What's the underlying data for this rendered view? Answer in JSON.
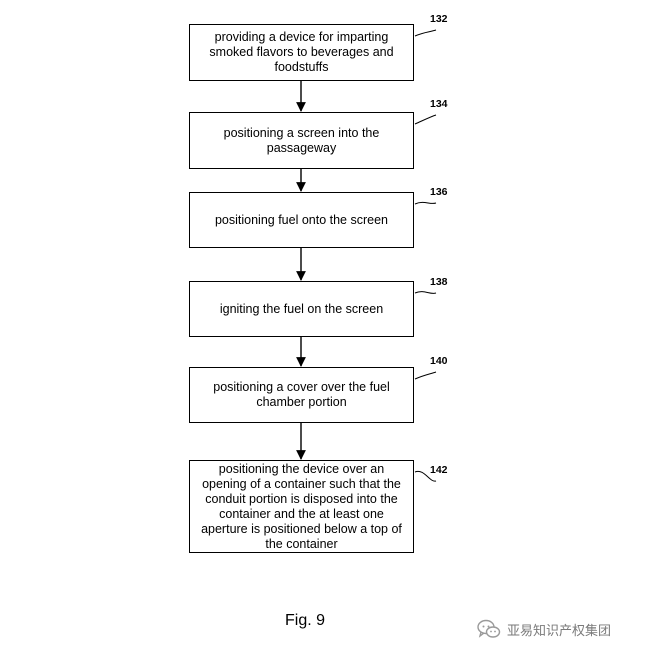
{
  "figure": {
    "caption": "Fig. 9",
    "steps": [
      {
        "ref": "132",
        "text": "providing a device for imparting smoked flavors to beverages and foodstuffs"
      },
      {
        "ref": "134",
        "text": "positioning a screen into the passageway"
      },
      {
        "ref": "136",
        "text": "positioning fuel onto the screen"
      },
      {
        "ref": "138",
        "text": "igniting the fuel on the screen"
      },
      {
        "ref": "140",
        "text": "positioning a cover over the fuel chamber portion"
      },
      {
        "ref": "142",
        "text": "positioning the device over an opening of a container such that the conduit portion is disposed into the container and the at least one aperture is positioned below a top of the container"
      }
    ]
  },
  "watermark": {
    "text": "亚易知识产权集团",
    "icon": "wechat-icon"
  }
}
